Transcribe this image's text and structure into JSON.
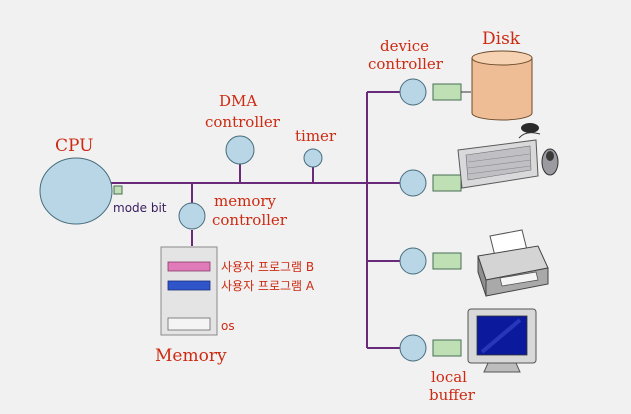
{
  "labels": {
    "cpu": "CPU",
    "mode_bit": "mode bit",
    "dma_line1": "DMA",
    "dma_line2": "controller",
    "timer": "timer",
    "memctrl_line1": "memory",
    "memctrl_line2": "controller",
    "devctrl_line1": "device",
    "devctrl_line2": "controller",
    "disk": "Disk",
    "user_program_b": "사용자 프로그램 B",
    "user_program_a": "사용자 프로그램 A",
    "os": "os",
    "memory": "Memory",
    "local_line1": "local",
    "local_line2": "buffer"
  },
  "colors": {
    "label": "#cc2a12",
    "bus": "#6a2a7a",
    "controller": "#b9d6e6",
    "buffer": "#bfe0b4",
    "program_b": "#e17ab8",
    "program_a": "#2f55c8",
    "memory_box": "#e4e4e4",
    "disk": "#eebd96"
  }
}
